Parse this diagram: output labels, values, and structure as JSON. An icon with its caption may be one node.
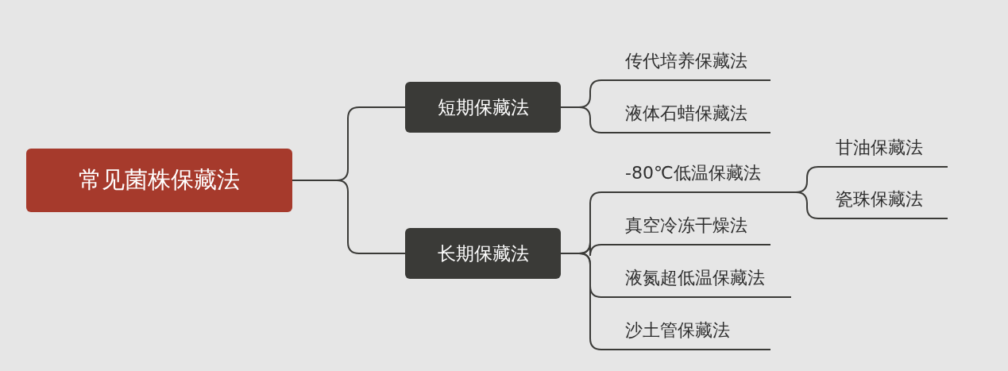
{
  "diagram": {
    "nodes": [
      {
        "text": [
          "常见菌株保藏法"
        ]
      },
      {
        "text": [
          "短期保藏法"
        ]
      },
      {
        "text": [
          "长期保藏法"
        ]
      },
      {
        "text": [
          "传代培养保藏法"
        ]
      },
      {
        "text": [
          "液体石蜡保藏法"
        ]
      },
      {
        "text": [
          "-80℃低温保藏法"
        ]
      },
      {
        "text": [
          "真空冷冻干燥法"
        ]
      },
      {
        "text": [
          "液氮超低温保藏法"
        ]
      },
      {
        "text": [
          "沙土管保藏法"
        ]
      },
      {
        "text": [
          "甘油保藏法"
        ]
      },
      {
        "text": [
          "瓷珠保藏法"
        ]
      }
    ],
    "edges": [
      {
        "from": 0,
        "to": 1,
        "arrow": "none"
      },
      {
        "from": 0,
        "to": 2,
        "arrow": "none"
      },
      {
        "from": 1,
        "to": 3,
        "arrow": "none"
      },
      {
        "from": 1,
        "to": 4,
        "arrow": "none"
      },
      {
        "from": 2,
        "to": 5,
        "arrow": "none"
      },
      {
        "from": 2,
        "to": 6,
        "arrow": "none"
      },
      {
        "from": 2,
        "to": 7,
        "arrow": "none"
      },
      {
        "from": 2,
        "to": 8,
        "arrow": "none"
      },
      {
        "from": 5,
        "to": 9,
        "arrow": "none"
      },
      {
        "from": 5,
        "to": 10,
        "arrow": "none"
      }
    ]
  }
}
